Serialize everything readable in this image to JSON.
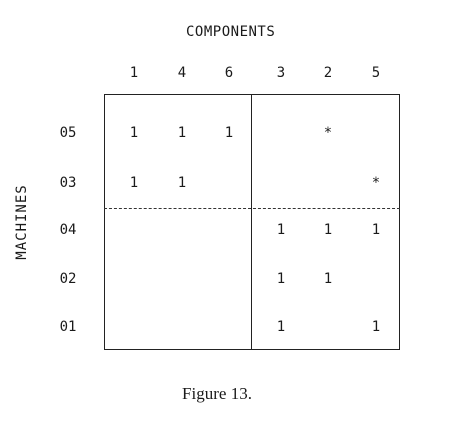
{
  "header": {
    "columns_title": "COMPONENTS",
    "rows_title": "MACHINES"
  },
  "columns": [
    "1",
    "4",
    "6",
    "3",
    "2",
    "5"
  ],
  "rows": [
    "05",
    "03",
    "04",
    "02",
    "01"
  ],
  "matrix": [
    [
      "1",
      "1",
      "1",
      "",
      "*",
      ""
    ],
    [
      "1",
      "1",
      "",
      "",
      "",
      "*"
    ],
    [
      "",
      "",
      "",
      "1",
      "1",
      "1"
    ],
    [
      "",
      "",
      "",
      "1",
      "1",
      ""
    ],
    [
      "",
      "",
      "",
      "1",
      "",
      "1"
    ]
  ],
  "caption": "Figure 13."
}
